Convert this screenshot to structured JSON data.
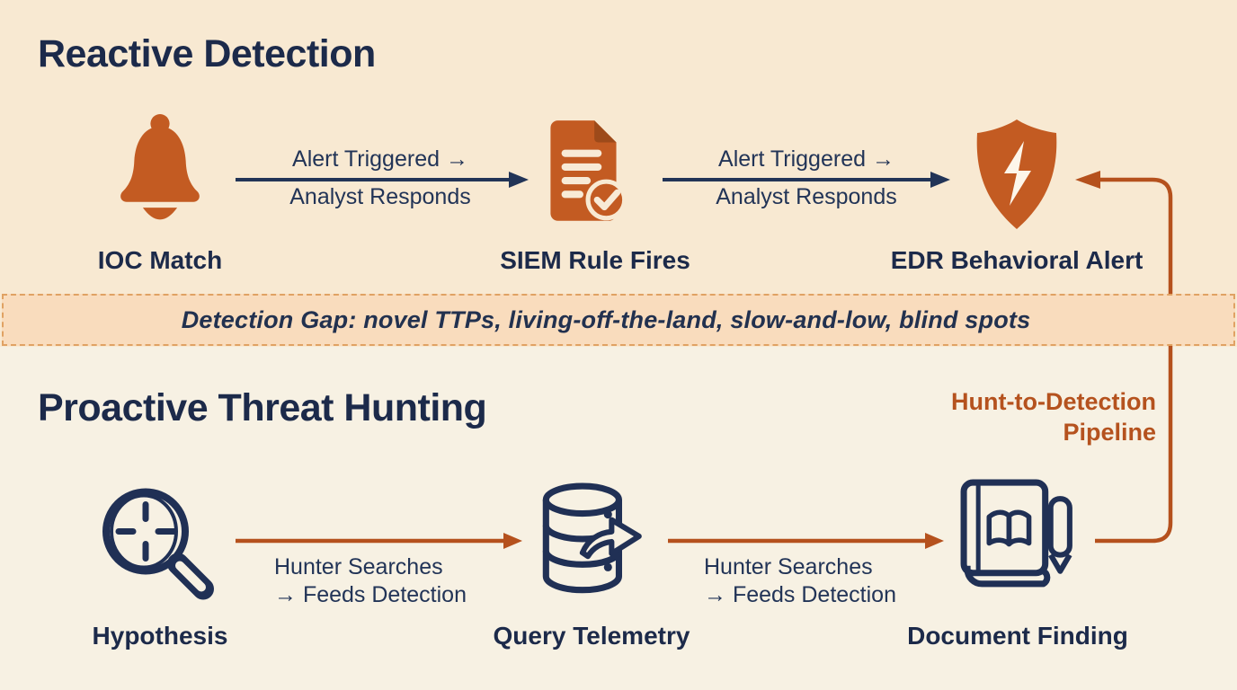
{
  "palette": {
    "navy_text": "#1c2a4a",
    "icon_orange": "#c35b22",
    "arrow_navy": "#223457",
    "arrow_orange": "#b5511d",
    "band_fill": "#f9dcbd",
    "band_border": "#e0a263",
    "background_top": "#f8e9d2",
    "background_bottom": "#f7f1e3"
  },
  "reactive": {
    "heading": "Reactive Detection",
    "nodes": [
      {
        "label": "IOC Match",
        "icon": "bell-icon"
      },
      {
        "label": "SIEM Rule Fires",
        "icon": "document-check-icon"
      },
      {
        "label": "EDR Behavioral Alert",
        "icon": "shield-bolt-icon"
      }
    ],
    "arrows": [
      {
        "top": "Alert Triggered →",
        "bottom": "Analyst Responds"
      },
      {
        "top": "Alert Triggered →",
        "bottom": "Analyst Responds"
      }
    ]
  },
  "gap_band": {
    "text": "Detection Gap: novel TTPs, living-off-the-land, slow-and-low, blind spots"
  },
  "proactive": {
    "heading": "Proactive Threat Hunting",
    "nodes": [
      {
        "label": "Hypothesis",
        "icon": "magnifier-crosshair-icon"
      },
      {
        "label": "Query Telemetry",
        "icon": "database-export-icon"
      },
      {
        "label": "Document Finding",
        "icon": "book-pen-icon"
      }
    ],
    "arrows": [
      {
        "line1": "Hunter Searches",
        "line2": "→ Feeds Detection"
      },
      {
        "line1": "Hunter Searches",
        "line2": "→ Feeds Detection"
      }
    ]
  },
  "pipeline": {
    "label": "Hunt-to-Detection Pipeline"
  }
}
